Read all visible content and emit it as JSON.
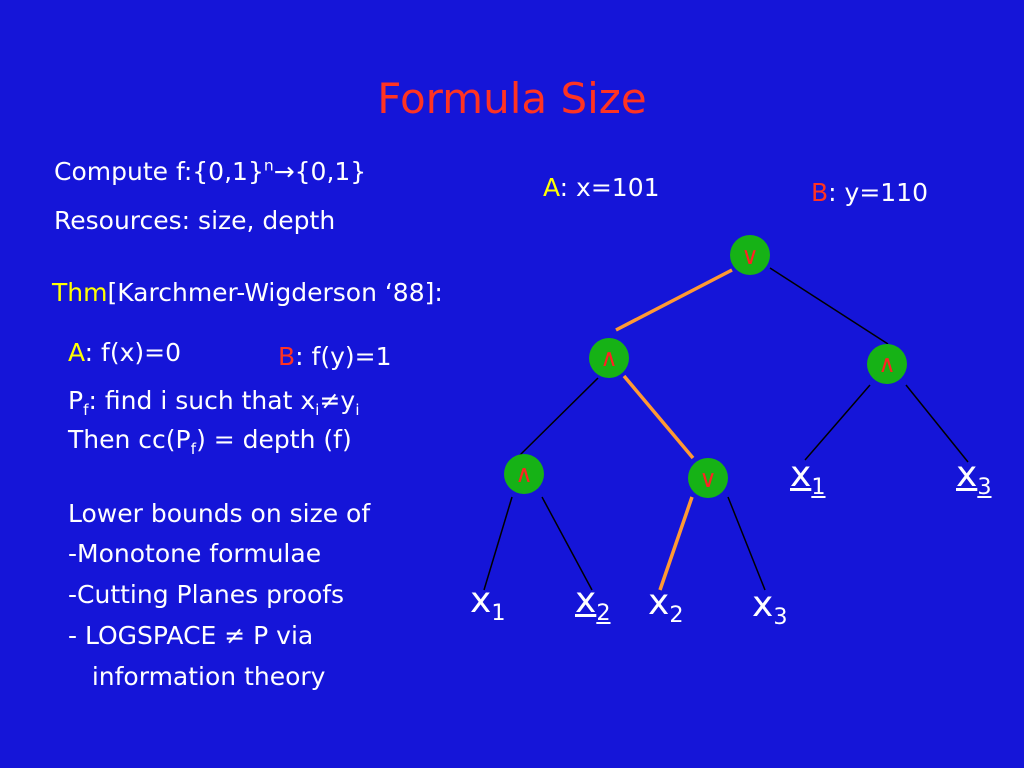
{
  "slide": {
    "title": "Formula Size",
    "compute": {
      "prefix": "Compute f:{0,1}",
      "exp": "n",
      "arrow": "→",
      "suffix": "{0,1}"
    },
    "resources": "Resources: size, depth",
    "thm": {
      "label": "Thm",
      "rest": "[Karchmer-Wigderson ‘88]:"
    },
    "alice_f": {
      "label": "A",
      "rest": ": f(x)=0"
    },
    "bob_f": {
      "label": "B",
      "rest": ": f(y)=1"
    },
    "pf": {
      "p": "P",
      "sub": "f",
      "mid": ": find i such that x",
      "sub_i": "i",
      "neq": "≠",
      "y": "y",
      "sub_i2": "i"
    },
    "then": {
      "lead": "Then   cc(P",
      "sub": "f",
      "tail": ") = depth (f)"
    },
    "lower": [
      "Lower bounds on size of",
      "-Monotone formulae",
      "-Cutting Planes proofs",
      "- LOGSPACE ≠ P via",
      "   information theory"
    ],
    "alice_x": {
      "label": "A",
      "rest": ": x=101"
    },
    "bob_y": {
      "label": "B",
      "rest": ": y=110"
    },
    "gates": {
      "or": "∨",
      "and": "∧"
    },
    "leaves": [
      {
        "var": "x",
        "sub": "1"
      },
      {
        "var": "x",
        "sub": "3"
      },
      {
        "var": "x",
        "sub": "1"
      },
      {
        "var": "x",
        "sub": "2"
      },
      {
        "var": "x",
        "sub": "2"
      },
      {
        "var": "x",
        "sub": "3"
      }
    ],
    "colors": {
      "background": "#1515d8",
      "title": "#ff3322",
      "highlight": "#ffff00",
      "gate_fill": "#16b216",
      "path": "#ff9933"
    }
  }
}
